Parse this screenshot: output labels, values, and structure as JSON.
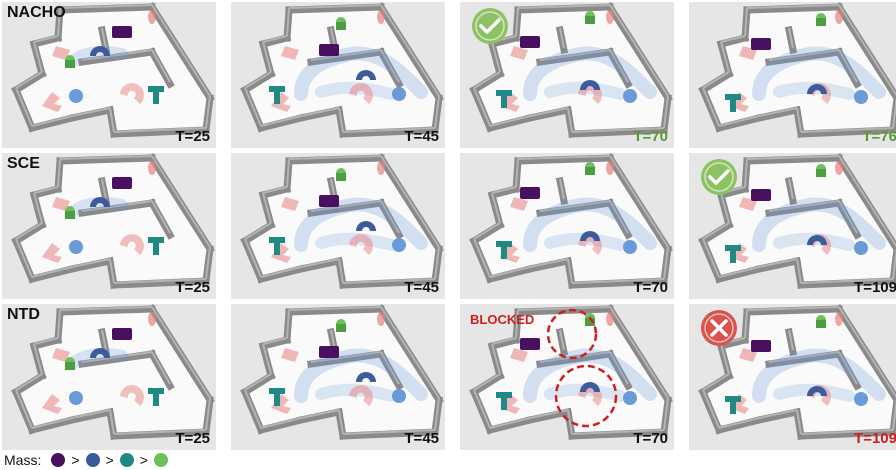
{
  "rows": [
    {
      "method": "NACHO",
      "panels": [
        {
          "time": "T=25",
          "time_color": "normal",
          "status": "none",
          "blocked_label": ""
        },
        {
          "time": "T=45",
          "time_color": "normal",
          "status": "none",
          "blocked_label": ""
        },
        {
          "time": "T=70",
          "time_color": "green",
          "status": "success",
          "blocked_label": ""
        },
        {
          "time": "T=76",
          "time_color": "green",
          "status": "none",
          "blocked_label": ""
        }
      ]
    },
    {
      "method": "SCE",
      "panels": [
        {
          "time": "T=25",
          "time_color": "normal",
          "status": "none",
          "blocked_label": ""
        },
        {
          "time": "T=45",
          "time_color": "normal",
          "status": "none",
          "blocked_label": ""
        },
        {
          "time": "T=70",
          "time_color": "normal",
          "status": "none",
          "blocked_label": ""
        },
        {
          "time": "T=109",
          "time_color": "normal",
          "status": "success",
          "blocked_label": ""
        }
      ]
    },
    {
      "method": "NTD",
      "panels": [
        {
          "time": "T=25",
          "time_color": "normal",
          "status": "none",
          "blocked_label": ""
        },
        {
          "time": "T=45",
          "time_color": "normal",
          "status": "none",
          "blocked_label": ""
        },
        {
          "time": "T=70",
          "time_color": "normal",
          "status": "blocked",
          "blocked_label": "BLOCKED"
        },
        {
          "time": "T=109",
          "time_color": "red",
          "status": "failure",
          "blocked_label": ""
        }
      ]
    }
  ],
  "legend": {
    "label": "Mass:",
    "separator": ">",
    "colors": [
      "#4a1060",
      "#3d5a9a",
      "#1f8a84",
      "#6cc05a"
    ]
  },
  "colors": {
    "success": "#8dc262",
    "failure": "#d9534f",
    "blocked": "#cc1f1f",
    "wall": "#8a8a8a",
    "floor": "#fafafa",
    "purple": "#4a1060",
    "navy": "#3d5a9a",
    "teal": "#1f8a84",
    "green": "#6cc05a",
    "pink": "#e88080",
    "blue": "#6a9ad8"
  }
}
